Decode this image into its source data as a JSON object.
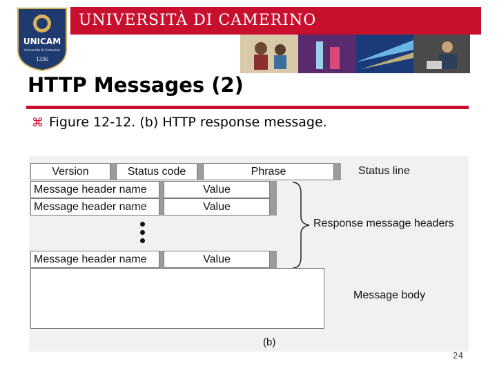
{
  "header": {
    "university_name": "UNIVERSITÀ DI CAMERINO",
    "logo": {
      "name": "UNICAM",
      "subtitle": "Università di Camerino",
      "year": "1336"
    }
  },
  "slide": {
    "title": "HTTP Messages (2)",
    "bullet_icon": "command-icon",
    "bullet_text": "Figure 12-12. (b) HTTP response message."
  },
  "figure": {
    "status_row": {
      "version": "Version",
      "status_code": "Status code",
      "phrase": "Phrase"
    },
    "header_rows": [
      {
        "name": "Message header name",
        "value": "Value"
      },
      {
        "name": "Message header name",
        "value": "Value"
      },
      {
        "name": "Message header name",
        "value": "Value"
      }
    ],
    "labels": {
      "status_line": "Status line",
      "response_headers": "Response message headers",
      "message_body": "Message body",
      "caption": "(b)"
    }
  },
  "footer": {
    "page_number": "24"
  },
  "colors": {
    "brand_red": "#c8102e",
    "logo_blue": "#1f3a6e"
  }
}
